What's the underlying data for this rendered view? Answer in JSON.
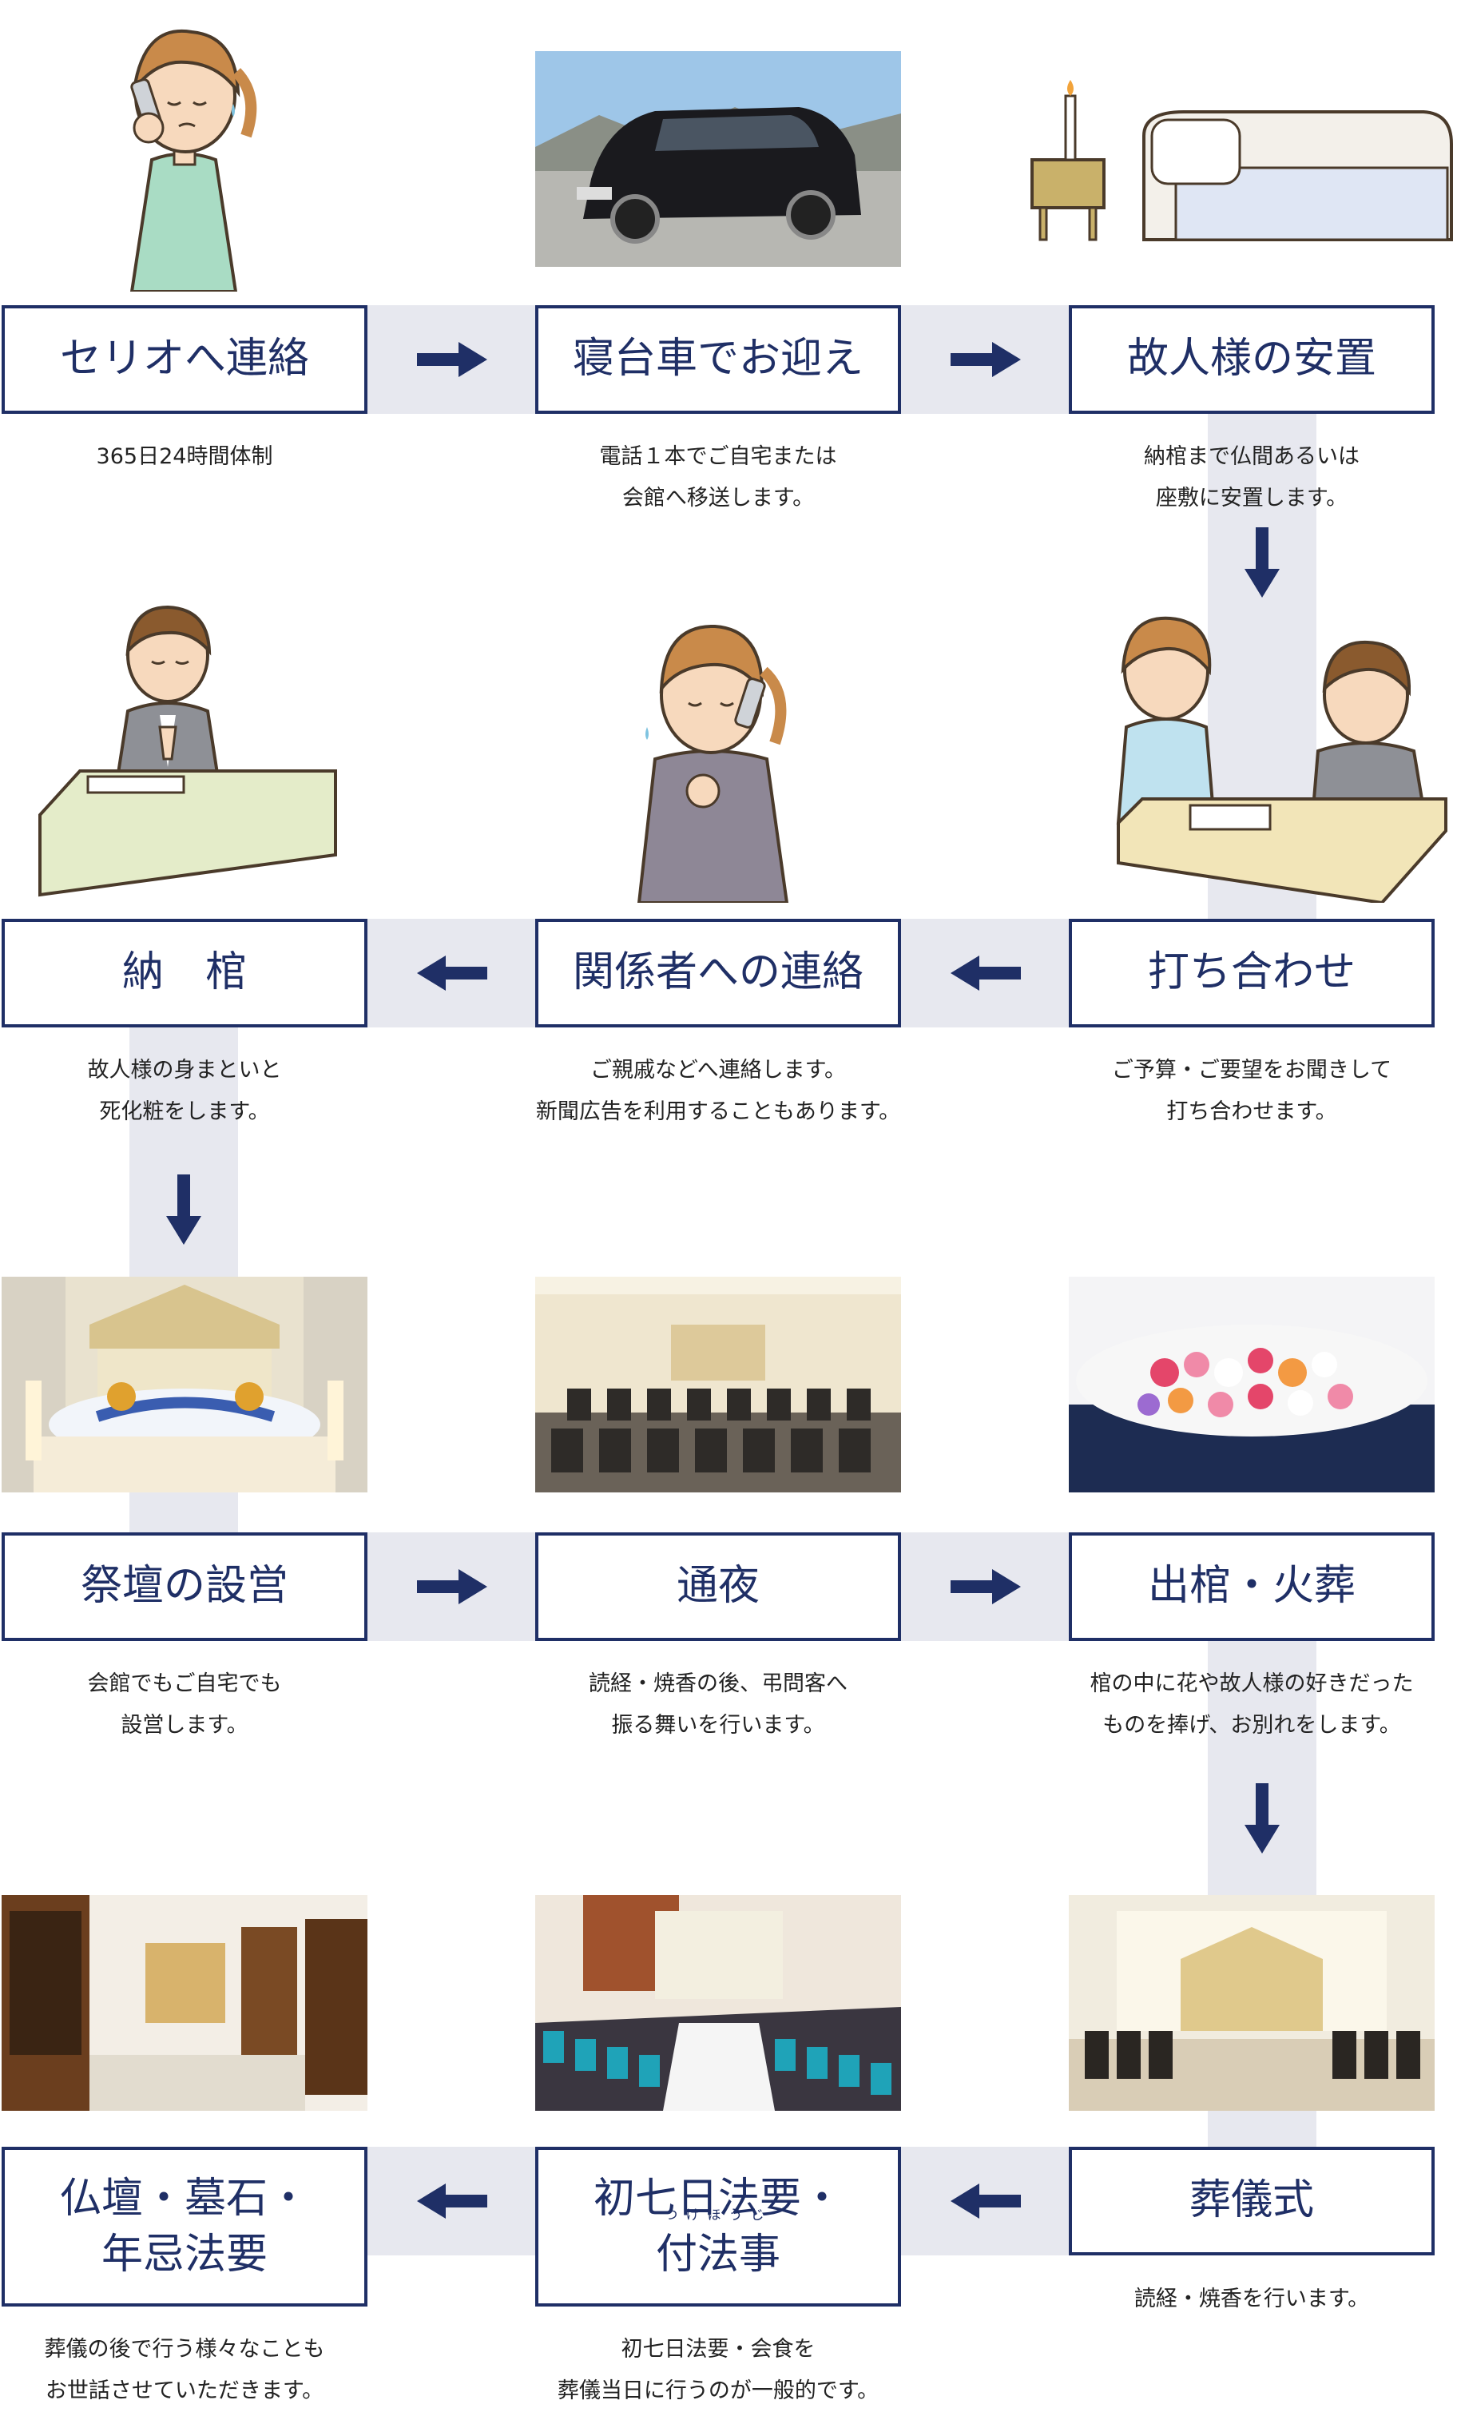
{
  "steps": [
    {
      "title": "セリオへ連絡",
      "desc": [
        "365日24時間体制"
      ]
    },
    {
      "title": "寝台車でお迎え",
      "desc": [
        "電話１本でご自宅または",
        "会館へ移送します。"
      ]
    },
    {
      "title": "故人様の安置",
      "desc": [
        "納棺まで仏間あるいは",
        "座敷に安置します。"
      ]
    },
    {
      "title": "打ち合わせ",
      "desc": [
        "ご予算・ご要望をお聞きして",
        "打ち合わせます。"
      ]
    },
    {
      "title": "関係者への連絡",
      "desc": [
        "ご親戚などへ連絡します。",
        "新聞広告を利用することもあります。"
      ]
    },
    {
      "title": "納　棺",
      "desc": [
        "故人様の身まといと",
        "死化粧をします。"
      ]
    },
    {
      "title": "祭壇の設営",
      "desc": [
        "会館でもご自宅でも",
        "設営します。"
      ]
    },
    {
      "title": "通夜",
      "desc": [
        "読経・焼香の後、弔問客へ",
        "振る舞いを行います。"
      ]
    },
    {
      "title": "出棺・火葬",
      "desc": [
        "棺の中に花や故人様の好きだった",
        "ものを捧げ、お別れをします。"
      ]
    },
    {
      "title": "葬儀式",
      "desc": [
        "読経・焼香を行います。"
      ]
    },
    {
      "title_line1": "初七日法要・",
      "title_line2": "付法事",
      "ruby": "つけほうじ",
      "desc": [
        "初七日法要・会食を",
        "葬儀当日に行うのが一般的です。"
      ]
    },
    {
      "title_line1": "仏壇・墓石・",
      "title_line2": "年忌法要",
      "desc": [
        "葬儀の後で行う様々なことも",
        "お世話させていただきます。"
      ]
    }
  ],
  "icons": {
    "arrow_right": "arrow-right-icon",
    "arrow_left": "arrow-left-icon",
    "arrow_down": "arrow-down-icon"
  },
  "colors": {
    "navy": "#1f2f66",
    "band": "#e7e8ef"
  }
}
